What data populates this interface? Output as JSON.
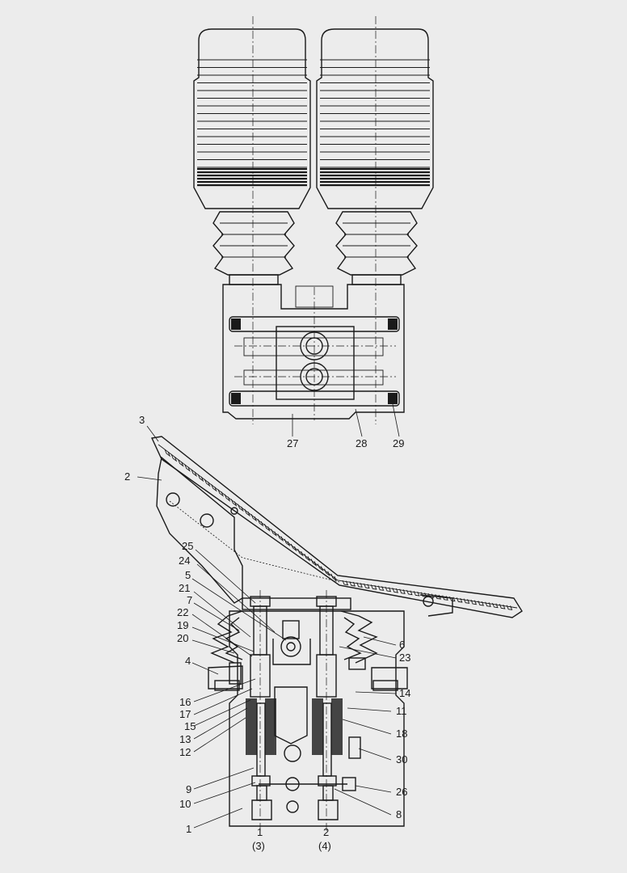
{
  "callouts": [
    {
      "id": "c1",
      "text": "1"
    },
    {
      "id": "c2",
      "text": "2"
    },
    {
      "id": "c3",
      "text": "3"
    },
    {
      "id": "c4",
      "text": "4"
    },
    {
      "id": "c5",
      "text": "5"
    },
    {
      "id": "c6",
      "text": "6"
    },
    {
      "id": "c7",
      "text": "7"
    },
    {
      "id": "c8",
      "text": "8"
    },
    {
      "id": "c9",
      "text": "9"
    },
    {
      "id": "c10",
      "text": "10"
    },
    {
      "id": "c11",
      "text": "11"
    },
    {
      "id": "c12",
      "text": "12"
    },
    {
      "id": "c13",
      "text": "13"
    },
    {
      "id": "c14",
      "text": "14"
    },
    {
      "id": "c15",
      "text": "15"
    },
    {
      "id": "c16",
      "text": "16"
    },
    {
      "id": "c17",
      "text": "17"
    },
    {
      "id": "c18",
      "text": "18"
    },
    {
      "id": "c19",
      "text": "19"
    },
    {
      "id": "c20",
      "text": "20"
    },
    {
      "id": "c21",
      "text": "21"
    },
    {
      "id": "c22",
      "text": "22"
    },
    {
      "id": "c23",
      "text": "23"
    },
    {
      "id": "c24",
      "text": "24"
    },
    {
      "id": "c25",
      "text": "25"
    },
    {
      "id": "c26",
      "text": "26"
    },
    {
      "id": "c27",
      "text": "27"
    },
    {
      "id": "c28",
      "text": "28"
    },
    {
      "id": "c29",
      "text": "29"
    },
    {
      "id": "c30",
      "text": "30"
    }
  ],
  "ports": [
    {
      "id": "p1",
      "text": "1",
      "alt": "(3)"
    },
    {
      "id": "p2",
      "text": "2",
      "alt": "(4)"
    }
  ]
}
